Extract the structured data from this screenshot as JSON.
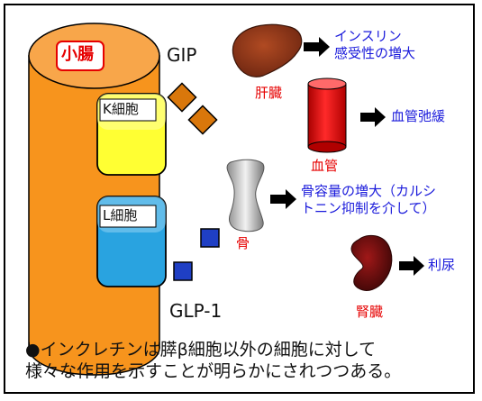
{
  "labels": {
    "small_intestine": "小腸",
    "k_cell": "K細胞",
    "l_cell": "L細胞",
    "gip": "GIP",
    "glp1": "GLP-1",
    "liver": "肝臓",
    "blood_vessel": "血管",
    "bone": "骨",
    "kidney": "腎臓"
  },
  "effects": {
    "liver_line1": "インスリン",
    "liver_line2": "感受性の増大",
    "vessel": "血管弛緩",
    "bone_line1": "骨容量の増大（カルシ",
    "bone_line2": "トニン抑制を介して）",
    "kidney": "利尿"
  },
  "caption": {
    "line1": "●インクレチンは膵β細胞以外の細胞に対して",
    "line2": "様々な作用を示すことが明らかにされつつある。"
  },
  "colors": {
    "intestine": "#f7941d",
    "k_cell": "#ffff33",
    "l_cell": "#29a3e0",
    "gip_marker": "#d9770b",
    "glp1_marker": "#1f3fc4",
    "organ_label": "#e60000",
    "effect_text": "#1a1adb"
  }
}
